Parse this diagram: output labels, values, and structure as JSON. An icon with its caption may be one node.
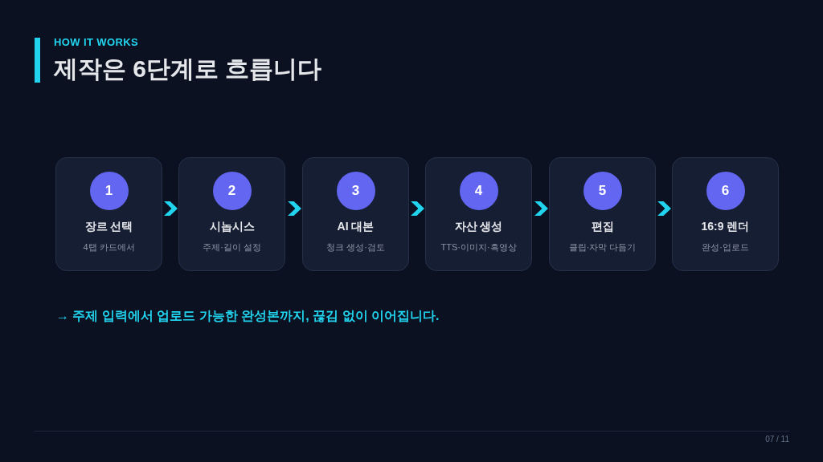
{
  "diagram": {
    "title": "제작은 6단계로 흐릅니다",
    "nodes": [
      {
        "text": [
          "장르 선택",
          "4탭 카드에서"
        ]
      },
      {
        "text": [
          "1"
        ],
        "in": 0
      },
      {
        "text": [
          "시놉시스",
          "주제·길이 설정"
        ]
      },
      {
        "text": [
          "2"
        ],
        "in": 2
      },
      {
        "text": [
          "AI 대본",
          "청크 생성·검토"
        ]
      },
      {
        "text": [
          "3"
        ],
        "in": 4
      },
      {
        "text": [
          "자산 생성",
          "TTS·이미지·흑영상"
        ]
      },
      {
        "text": [
          "4"
        ],
        "in": 6
      },
      {
        "text": [
          "편집",
          "클립·자막 다듬기"
        ]
      },
      {
        "text": [
          "5"
        ],
        "in": 8
      },
      {
        "text": [
          "16:9 렌더",
          "완성·업로드"
        ]
      },
      {
        "text": [
          "6"
        ],
        "in": 10
      }
    ],
    "edges": [
      {
        "from": 0,
        "to": 2,
        "arrow": "to"
      },
      {
        "from": 2,
        "to": 4,
        "arrow": "to"
      },
      {
        "from": 4,
        "to": 6,
        "arrow": "to"
      },
      {
        "from": 6,
        "to": 8,
        "arrow": "to"
      },
      {
        "from": 8,
        "to": 10,
        "arrow": "to"
      }
    ],
    "labels": [
      "HOW IT WORKS",
      "→ 주제 입력에서 업로드 가능한 완성본까지, 끊김 없이 이어집니다.",
      "07 / 11"
    ]
  }
}
